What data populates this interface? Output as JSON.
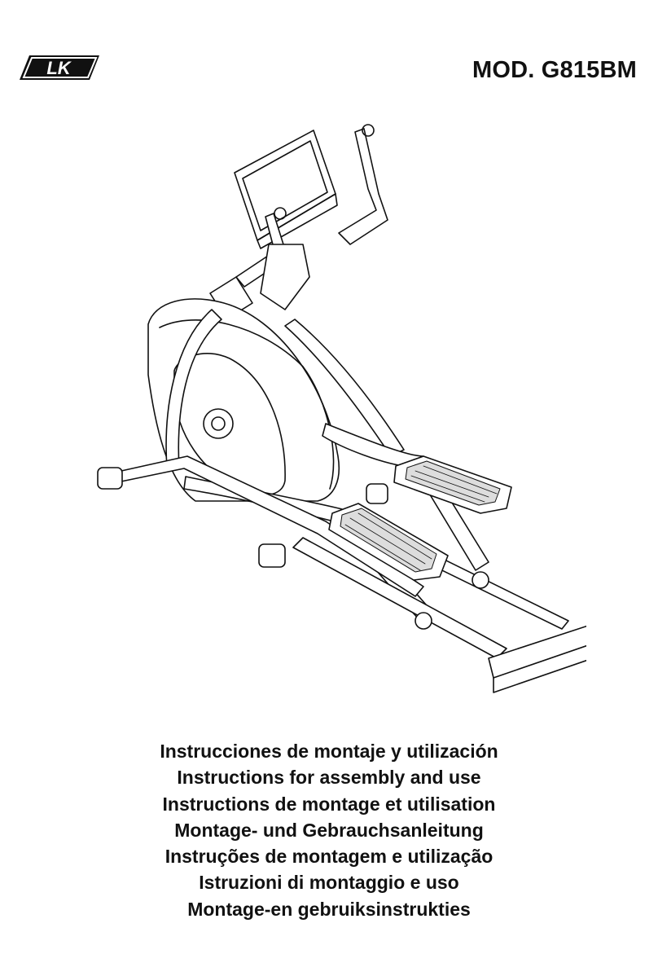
{
  "brand": {
    "logo_text": "LK"
  },
  "header": {
    "model": "MOD. G815BM"
  },
  "illustration": {
    "subject": "elliptical-trainer"
  },
  "titles": [
    "Instrucciones de montaje y utilización",
    "Instructions for assembly and use",
    "Instructions de montage et utilisation",
    "Montage- und Gebrauchsanleitung",
    "Instruções de montagem e utilização",
    "Istruzioni di montaggio e uso",
    "Montage-en gebruiksinstrukties"
  ]
}
